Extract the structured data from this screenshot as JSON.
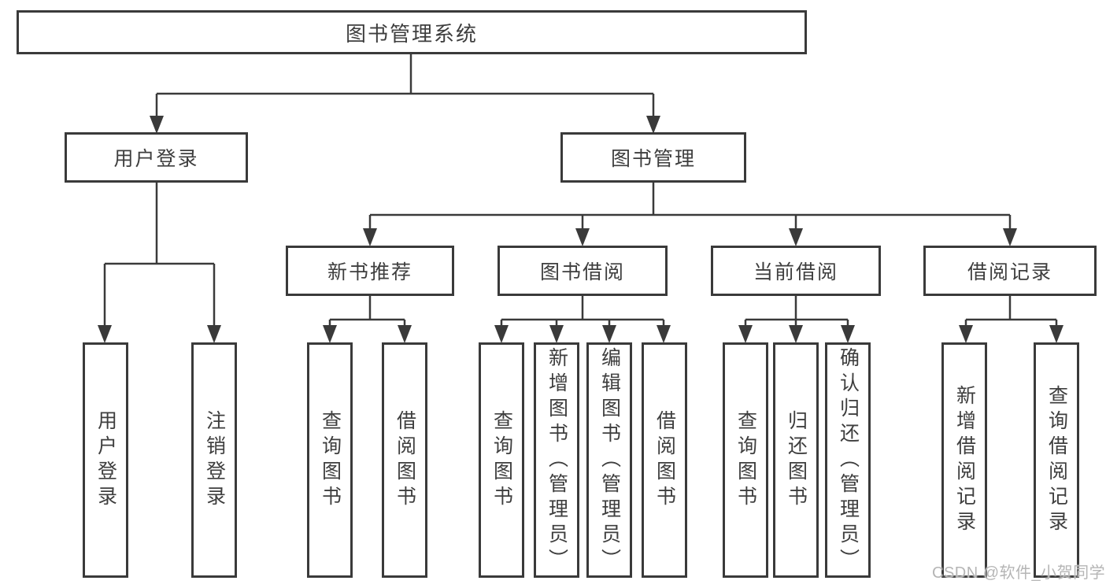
{
  "diagram": {
    "title": "图书管理系统",
    "branches": [
      {
        "label": "用户登录",
        "children": [
          {
            "label": "用户登录"
          },
          {
            "label": "注销登录"
          }
        ]
      },
      {
        "label": "图书管理",
        "children": [
          {
            "label": "新书推荐",
            "children": [
              {
                "label": "查询图书"
              },
              {
                "label": "借阅图书"
              }
            ]
          },
          {
            "label": "图书借阅",
            "children": [
              {
                "label": "查询图书"
              },
              {
                "label": "新增图书（管理员）"
              },
              {
                "label": "编辑图书（管理员）"
              },
              {
                "label": "借阅图书"
              }
            ]
          },
          {
            "label": "当前借阅",
            "children": [
              {
                "label": "查询图书"
              },
              {
                "label": "归还图书"
              },
              {
                "label": "确认归还（管理员）"
              }
            ]
          },
          {
            "label": "借阅记录",
            "children": [
              {
                "label": "新增借阅记录"
              },
              {
                "label": "查询借阅记录"
              }
            ]
          }
        ]
      }
    ]
  },
  "watermark": {
    "text": "CSDN @软件_小贺同学"
  },
  "colors": {
    "line": "#3a3a3a",
    "box_border": "#3a3a3a",
    "text": "#3e3e3e",
    "watermark": "#b5b5b5",
    "background": "#ffffff"
  }
}
